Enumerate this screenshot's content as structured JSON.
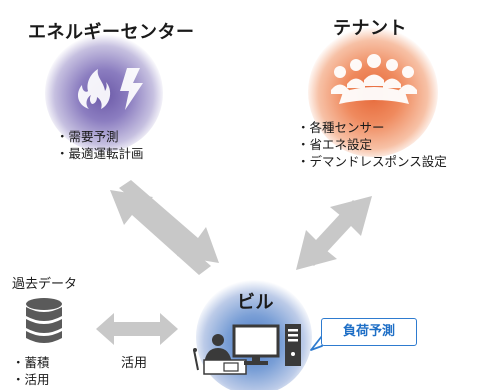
{
  "energy_center": {
    "title": "エネルギーセンター",
    "items": [
      "需要予測",
      "最適運転計画"
    ]
  },
  "tenant": {
    "title": "テナント",
    "items": [
      "各種センサー",
      "省エネ設定",
      "デマンドレスポンス設定"
    ]
  },
  "building": {
    "title": "ビル",
    "callout": "負荷予測"
  },
  "past_data": {
    "title": "過去データ",
    "items": [
      "蓄積",
      "活用"
    ]
  },
  "link_label": "活用",
  "colors": {
    "energy": "#6c5aa8",
    "tenant": "#e6693a",
    "building": "#4a78c4",
    "arrow": "#c8c8c8",
    "callout": "#2e7bcf"
  },
  "icons": {
    "energy": [
      "fire-icon",
      "lightning-icon"
    ],
    "tenant": "meeting-people-icon",
    "building": [
      "person-icon",
      "monitor-icon",
      "pc-tower-icon"
    ],
    "past_data": "database-icon"
  }
}
